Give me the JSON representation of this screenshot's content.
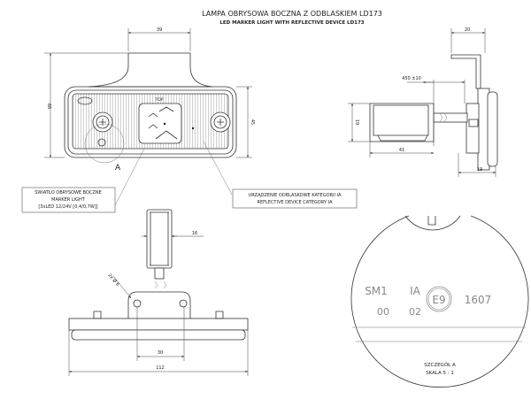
{
  "title": "LAMPA OBRYSOWA BOCZNA Z ODBLASKIEM LD173",
  "subtitle": "LED MARKER LIGHT WITH REFLECTIVE DEVICE LD173",
  "front_view": {
    "top_label": "TOP",
    "dim_width_mount": "39",
    "dim_height_total": "66",
    "dim_height_body": "45",
    "detail_marker": "A"
  },
  "labels": {
    "marker_light": [
      "ŚWIATŁO OBRYSOWE BOCZNE",
      "MARKER LIGHT",
      "[3xLED 12/24V [0,4/0,7W]]"
    ],
    "reflective_device": [
      "URZĄDZENIE ODBLASKOWE KATEGORII IA",
      "REFLECTIVE DEVICE CATEGORY IA"
    ]
  },
  "side_view": {
    "dim_bracket": "20",
    "dim_cable": "450 ±10",
    "dim_connector_height": "19",
    "dim_connector_length": "41",
    "dim_depth": "19"
  },
  "bottom_view": {
    "dim_connector_width": "16",
    "dim_holes": "2x Ø 6",
    "dim_hole_spacing": "30",
    "dim_total_width": "112"
  },
  "detail": {
    "row1": [
      "SM1",
      "IA"
    ],
    "row2": [
      "00",
      "02"
    ],
    "approval": "E9",
    "code": "1607",
    "caption": "SZCZEGÓŁ A",
    "scale": "SKALA 5 : 1"
  }
}
